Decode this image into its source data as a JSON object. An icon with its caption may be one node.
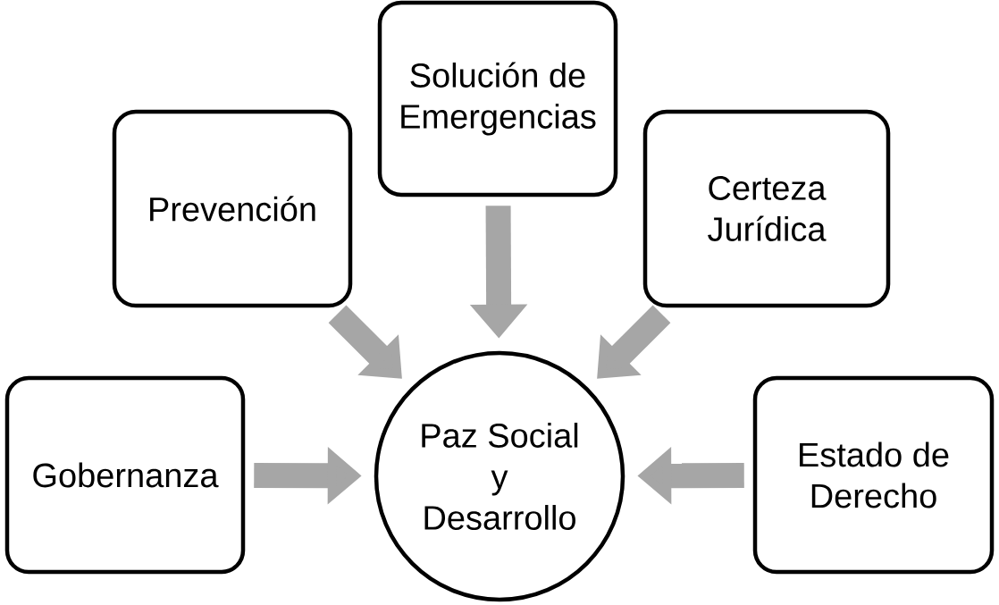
{
  "diagram": {
    "nodes": [
      {
        "text": [
          "Gobernanza"
        ]
      },
      {
        "text": [
          "Prevención"
        ]
      },
      {
        "text": [
          "Solución de Emergencias"
        ]
      },
      {
        "text": [
          "Certeza Jurídica"
        ]
      },
      {
        "text": [
          "Estado de Derecho"
        ]
      },
      {
        "text": [
          "Paz Social y Desarrollo"
        ]
      }
    ],
    "edges": [
      {
        "from": 0,
        "to": 5,
        "arrow": "to"
      },
      {
        "from": 1,
        "to": 5,
        "arrow": "to"
      },
      {
        "from": 2,
        "to": 5,
        "arrow": "to"
      },
      {
        "from": 3,
        "to": 5,
        "arrow": "to"
      },
      {
        "from": 4,
        "to": 5,
        "arrow": "to"
      }
    ]
  }
}
